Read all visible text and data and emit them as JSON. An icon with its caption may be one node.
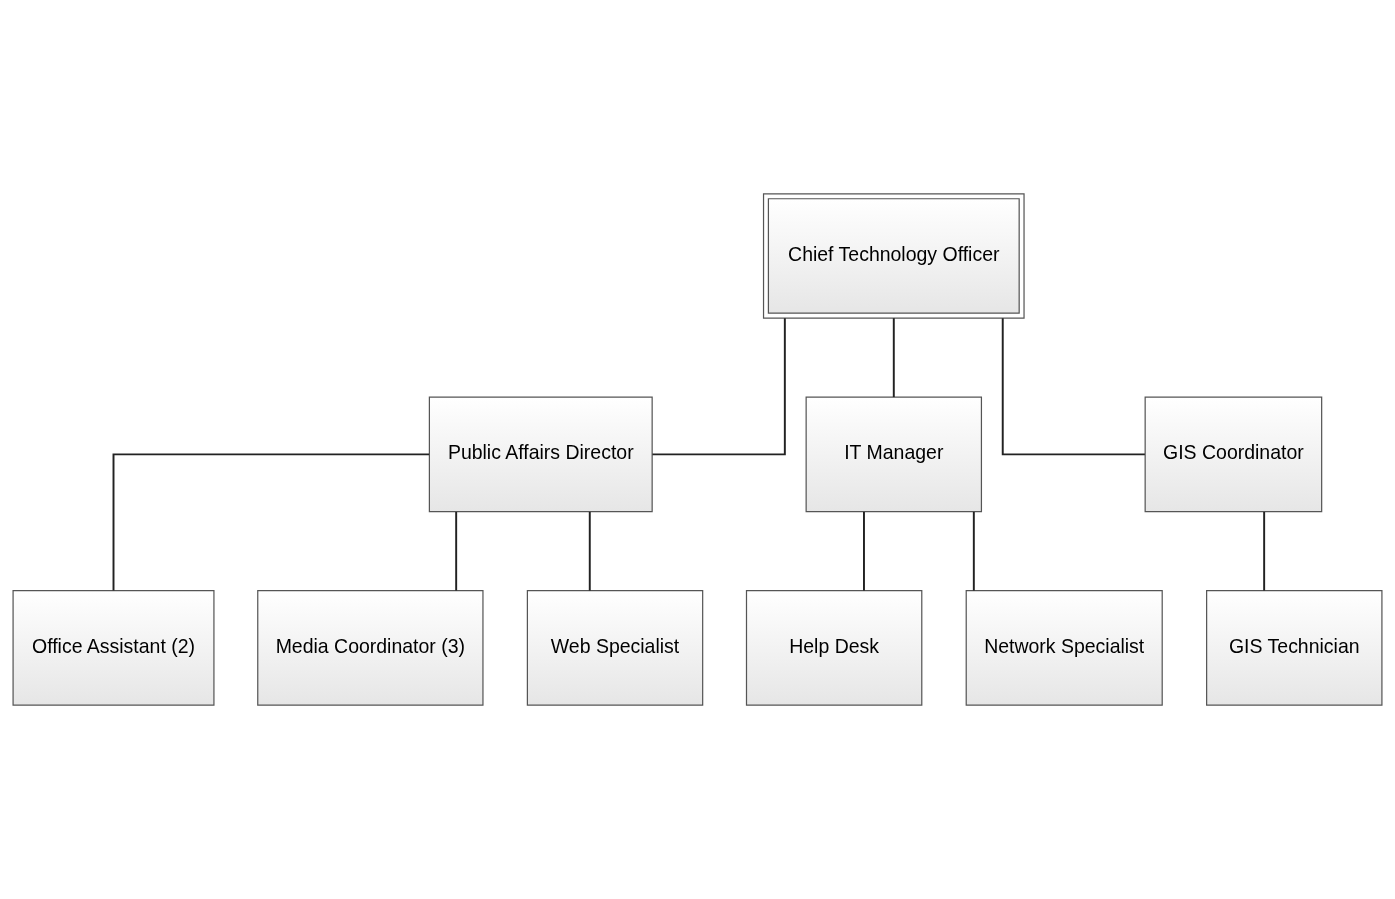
{
  "diagram": {
    "nodes": [
      {
        "text": [
          "Chief Technology Officer"
        ]
      },
      {
        "text": [
          "Public Affairs Director"
        ]
      },
      {
        "text": [
          "IT Manager"
        ]
      },
      {
        "text": [
          "GIS Coordinator"
        ]
      },
      {
        "text": [
          "Office Assistant (2)"
        ]
      },
      {
        "text": [
          "Media Coordinator (3)"
        ]
      },
      {
        "text": [
          "Web Specialist"
        ]
      },
      {
        "text": [
          "Help Desk"
        ]
      },
      {
        "text": [
          "Network Specialist"
        ]
      },
      {
        "text": [
          "GIS Technician"
        ]
      }
    ],
    "edges": [
      {
        "from": 0,
        "to": 1,
        "arrow": "none"
      },
      {
        "from": 0,
        "to": 2,
        "arrow": "none"
      },
      {
        "from": 0,
        "to": 3,
        "arrow": "none"
      },
      {
        "from": 1,
        "to": 4,
        "arrow": "none"
      },
      {
        "from": 1,
        "to": 5,
        "arrow": "none"
      },
      {
        "from": 1,
        "to": 6,
        "arrow": "none"
      },
      {
        "from": 2,
        "to": 7,
        "arrow": "none"
      },
      {
        "from": 2,
        "to": 8,
        "arrow": "none"
      },
      {
        "from": 3,
        "to": 9,
        "arrow": "none"
      }
    ]
  }
}
